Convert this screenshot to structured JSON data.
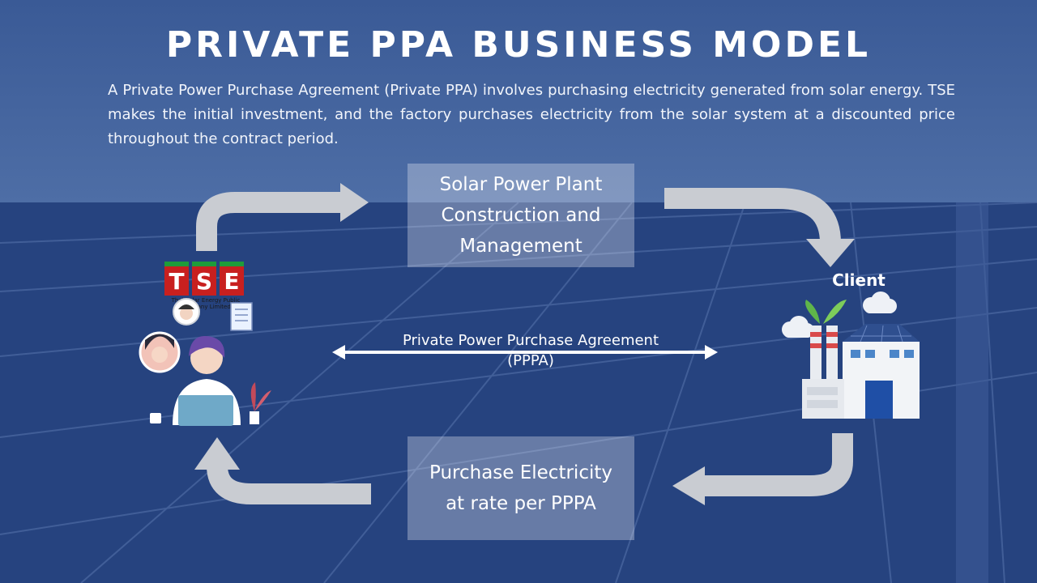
{
  "title": "PRIVATE PPA BUSINESS MODEL",
  "description": "A Private Power Purchase Agreement (Private PPA) involves purchasing electricity generated from solar energy. TSE makes the initial investment, and the factory purchases electricity from the solar system at a discounted price throughout the contract period.",
  "top_box": {
    "lines": [
      "Solar Power Plant",
      "Construction and",
      "Management"
    ]
  },
  "bottom_box": {
    "lines": [
      "Purchase Electricity",
      "at rate per PPPA"
    ]
  },
  "agreement": {
    "line1": "Private Power Purchase Agreement",
    "line2": "(PPPA)"
  },
  "client_label": "Client",
  "tse": {
    "letters": [
      "T",
      "S",
      "E"
    ],
    "subtitle": "Thai Solar Energy Public Company Limited"
  },
  "colors": {
    "background": "#2c4a86",
    "arrow": "#c9ccd2",
    "box": "#e1e6f0",
    "logo_red": "#c8201f",
    "logo_green": "#1e9c3a"
  },
  "icons": {
    "tse_people": "business-people-icon",
    "client": "factory-icon"
  }
}
